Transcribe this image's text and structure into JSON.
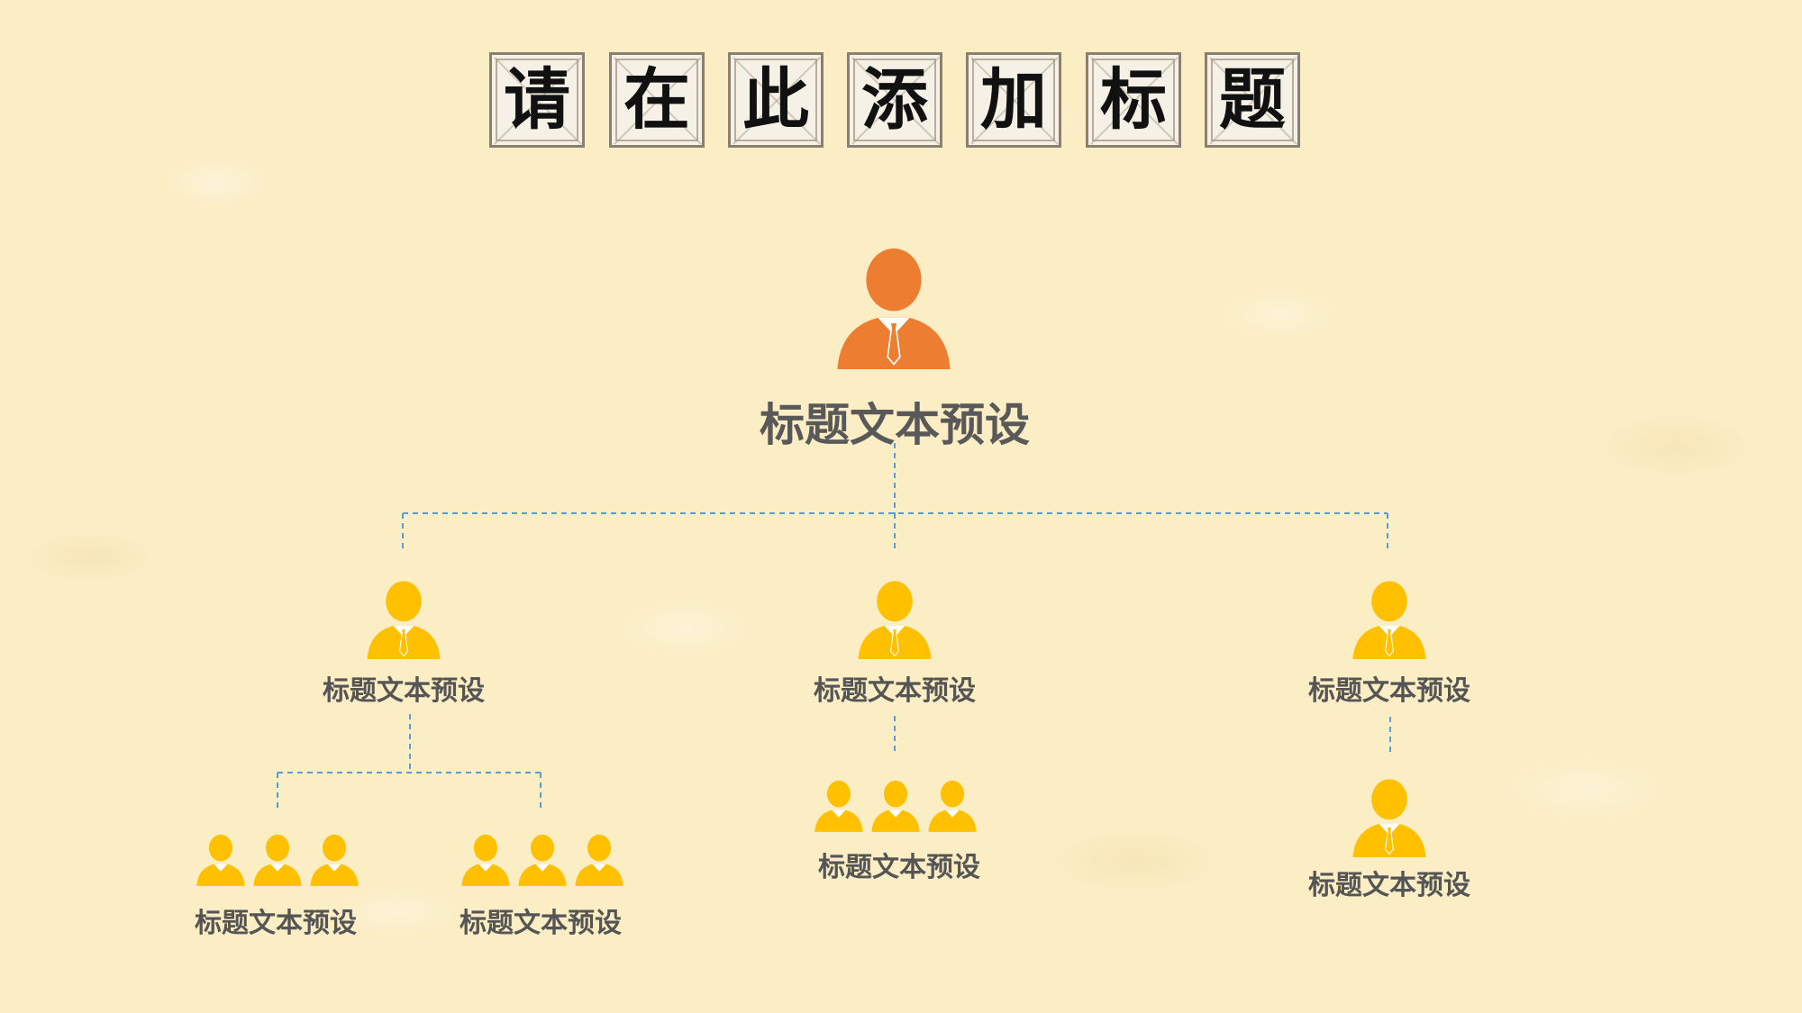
{
  "title": {
    "chars": [
      "请",
      "在",
      "此",
      "添",
      "加",
      "标",
      "题"
    ]
  },
  "colors": {
    "root": "#ed7d31",
    "member": "#ffc000",
    "connector": "#5b9bd5",
    "label": "#555555"
  },
  "tree": {
    "root": {
      "label": "标题文本预设",
      "icon": "person-icon"
    },
    "branches": [
      {
        "label": "标题文本预设",
        "icon": "person-icon",
        "children": [
          {
            "label": "标题文本预设",
            "icon": "people-group-icon"
          },
          {
            "label": "标题文本预设",
            "icon": "people-group-icon"
          }
        ]
      },
      {
        "label": "标题文本预设",
        "icon": "person-icon",
        "children": [
          {
            "label": "标题文本预设",
            "icon": "people-group-icon"
          }
        ]
      },
      {
        "label": "标题文本预设",
        "icon": "person-icon",
        "children": [
          {
            "label": "标题文本预设",
            "icon": "person-icon"
          }
        ]
      }
    ]
  }
}
